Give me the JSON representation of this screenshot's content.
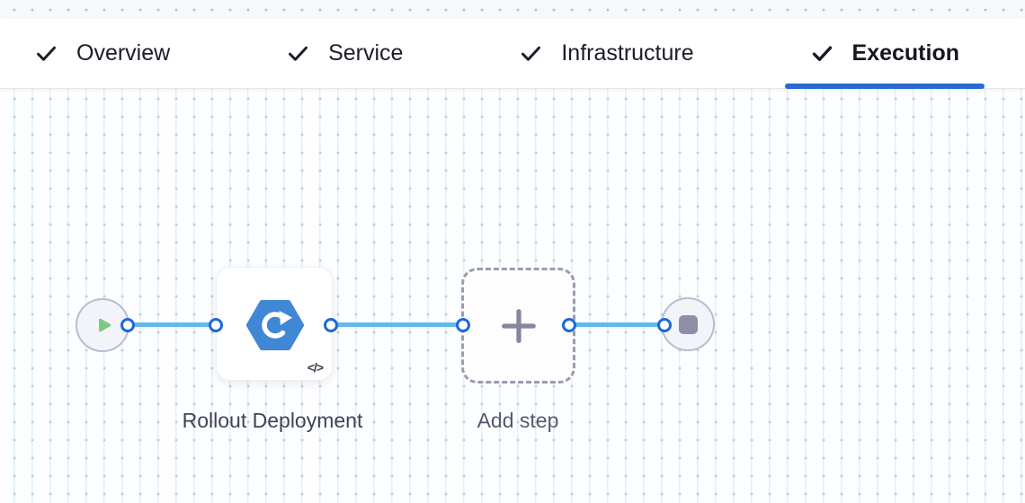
{
  "tab_bar": {
    "tabs": [
      {
        "label": "Overview",
        "completed": true,
        "active": false
      },
      {
        "label": "Service",
        "completed": true,
        "active": false
      },
      {
        "label": "Infrastructure",
        "completed": true,
        "active": false
      },
      {
        "label": "Execution",
        "completed": true,
        "active": true
      }
    ]
  },
  "pipeline": {
    "start_node": {
      "icon": "play-icon"
    },
    "steps": [
      {
        "label": "Rollout Deployment",
        "icon": "rollout-deployment-icon",
        "badge": "</>"
      },
      {
        "label": "Add step",
        "icon": "plus-icon"
      }
    ],
    "end_node": {
      "icon": "stop-icon"
    }
  },
  "colors": {
    "active_tab_underline": "#2a6ad6",
    "connector_line": "#63b8f1",
    "port_border": "#1e68da",
    "step_icon_blue": "#4087d6",
    "play_green": "#7dc87f",
    "stop_gray": "#8d8fa6",
    "grid_dot": "#b7bcc7",
    "tab_text": "#1c1d28"
  }
}
